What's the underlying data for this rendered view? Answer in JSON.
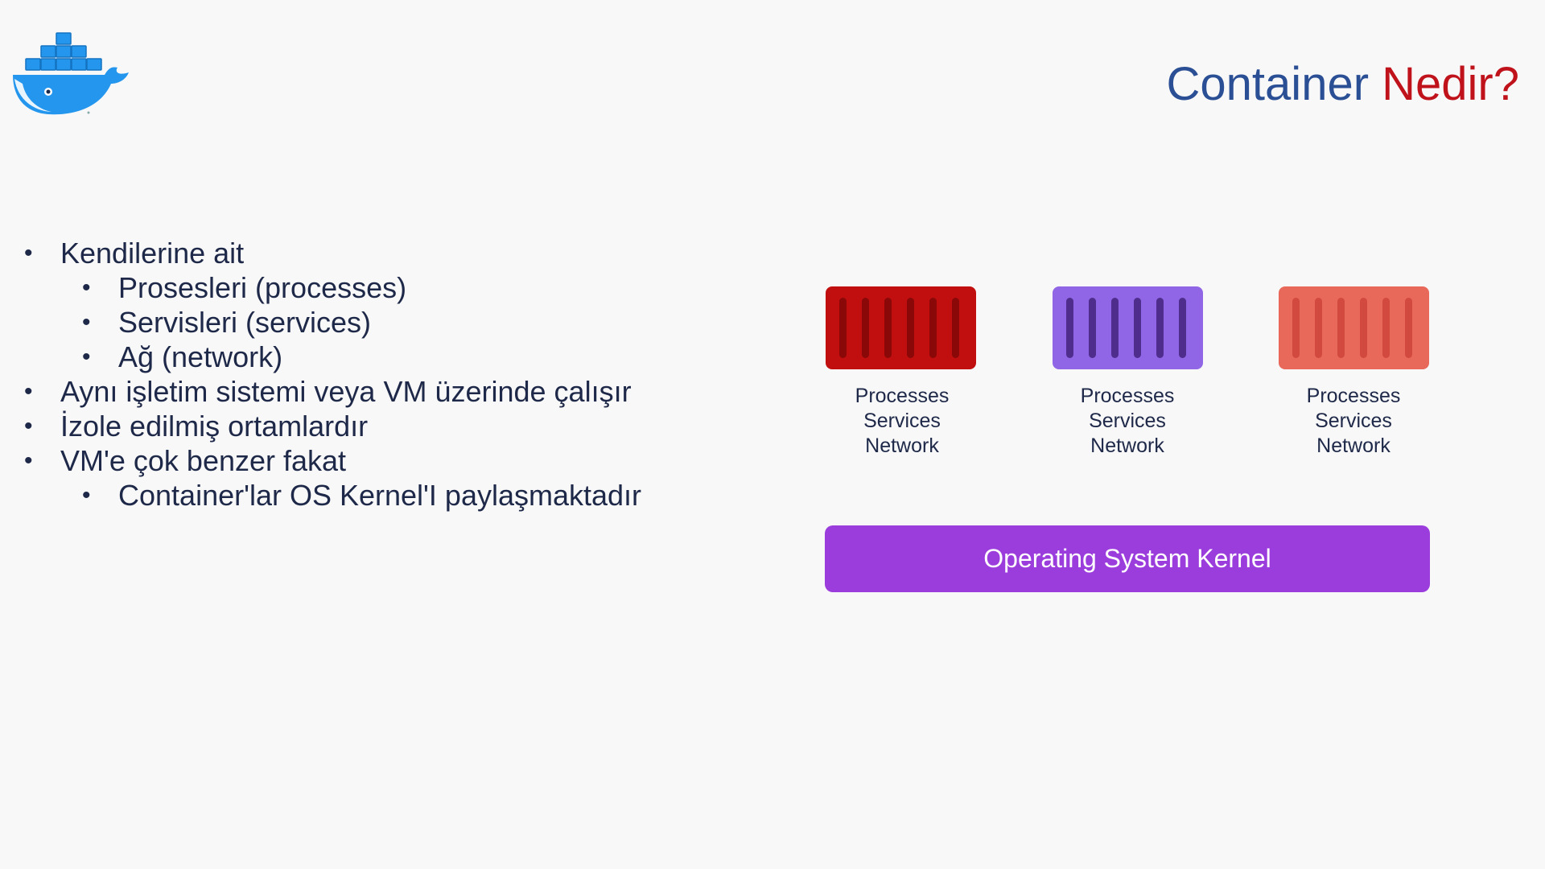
{
  "logo": {
    "icon": "docker-whale-logo",
    "color": "#2496ed"
  },
  "title": {
    "part1": "Container",
    "part2": "Nedir?",
    "color1": "#2b4f95",
    "color2": "#c0121b"
  },
  "bullets": [
    {
      "level": 1,
      "text": "Kendilerine ait"
    },
    {
      "level": 2,
      "text": "Prosesleri (processes)"
    },
    {
      "level": 2,
      "text": "Servisleri (services)"
    },
    {
      "level": 2,
      "text": "Ağ (network)"
    },
    {
      "level": 1,
      "text": "Aynı işletim sistemi veya VM üzerinde çalışır"
    },
    {
      "level": 1,
      "text": "İzole edilmiş ortamlardır"
    },
    {
      "level": 1,
      "text": "VM'e çok benzer fakat"
    },
    {
      "level": 2,
      "text": "Container'lar OS Kernel'I paylaşmaktadır"
    }
  ],
  "bullet_glyph": "•",
  "containers": [
    {
      "color": "#c10f0f",
      "stripe_color": "#8a0808",
      "lines": [
        "Processes",
        "Services",
        "Network"
      ]
    },
    {
      "color": "#9066e6",
      "stripe_color": "#4e2d8c",
      "lines": [
        "Processes",
        "Services",
        "Network"
      ]
    },
    {
      "color": "#e8685a",
      "stripe_color": "#d24a3f",
      "lines": [
        "Processes",
        "Services",
        "Network"
      ]
    }
  ],
  "kernel": {
    "label": "Operating System Kernel",
    "color": "#9b3ddc"
  }
}
